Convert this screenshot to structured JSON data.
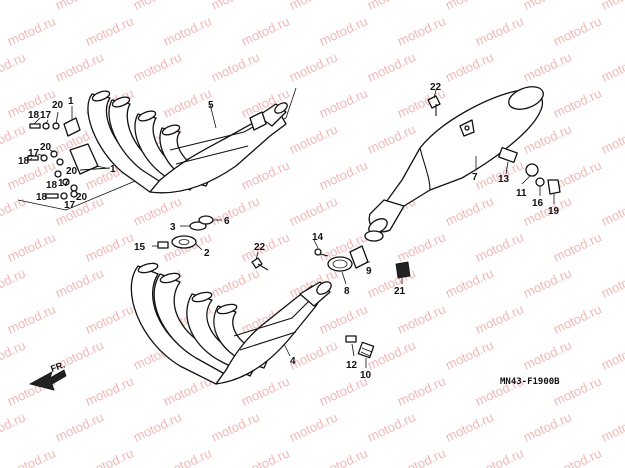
{
  "diagram": {
    "watermark_text": "motod.ru",
    "diagram_code": "MN43-F1900B",
    "direction_label": "FR.",
    "accent_color": "#f2b8b8",
    "callouts": [
      {
        "id": "c18a",
        "text": "18"
      },
      {
        "id": "c17a",
        "text": "17"
      },
      {
        "id": "c20a",
        "text": "20"
      },
      {
        "id": "c1a",
        "text": "1"
      },
      {
        "id": "c18b",
        "text": "18"
      },
      {
        "id": "c17b",
        "text": "17"
      },
      {
        "id": "c20b",
        "text": "20"
      },
      {
        "id": "c18c",
        "text": "18"
      },
      {
        "id": "c17c",
        "text": "17"
      },
      {
        "id": "c20c",
        "text": "20"
      },
      {
        "id": "c1b",
        "text": "1"
      },
      {
        "id": "c18d",
        "text": "18"
      },
      {
        "id": "c17d",
        "text": "17"
      },
      {
        "id": "c20d",
        "text": "20"
      },
      {
        "id": "c5",
        "text": "5"
      },
      {
        "id": "c3",
        "text": "3"
      },
      {
        "id": "c6",
        "text": "6"
      },
      {
        "id": "c15",
        "text": "15"
      },
      {
        "id": "c2",
        "text": "2"
      },
      {
        "id": "c22a",
        "text": "22"
      },
      {
        "id": "c4",
        "text": "4"
      },
      {
        "id": "c14",
        "text": "14"
      },
      {
        "id": "c9",
        "text": "9"
      },
      {
        "id": "c8",
        "text": "8"
      },
      {
        "id": "c21",
        "text": "21"
      },
      {
        "id": "c12",
        "text": "12"
      },
      {
        "id": "c10",
        "text": "10"
      },
      {
        "id": "c22b",
        "text": "22"
      },
      {
        "id": "c7",
        "text": "7"
      },
      {
        "id": "c13",
        "text": "13"
      },
      {
        "id": "c11",
        "text": "11"
      },
      {
        "id": "c16",
        "text": "16"
      },
      {
        "id": "c19",
        "text": "19"
      }
    ]
  }
}
